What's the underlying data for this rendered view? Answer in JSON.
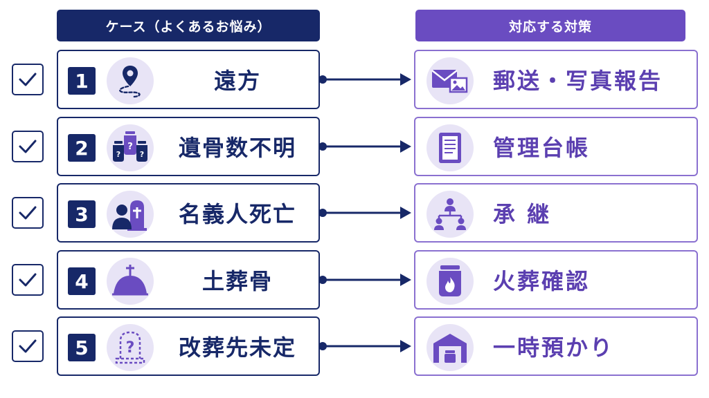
{
  "headers": {
    "cases": "ケース（よくあるお悩み）",
    "solutions": "対応する対策"
  },
  "rows": [
    {
      "number": "1",
      "case": "遠方",
      "case_icon": "map-pin-icon",
      "solution": "郵送・写真報告",
      "solution_icon": "mail-photo-icon"
    },
    {
      "number": "2",
      "case": "遺骨数不明",
      "case_icon": "urns-question-icon",
      "solution": "管理台帳",
      "solution_icon": "ledger-tablet-icon"
    },
    {
      "number": "3",
      "case": "名義人死亡",
      "case_icon": "person-grave-icon",
      "solution": "承 継",
      "solution_icon": "succession-tree-icon"
    },
    {
      "number": "4",
      "case": "土葬骨",
      "case_icon": "burial-mound-icon",
      "solution": "火葬確認",
      "solution_icon": "cremation-urn-icon"
    },
    {
      "number": "5",
      "case": "改葬先未定",
      "case_icon": "undecided-grave-icon",
      "solution": "一時預かり",
      "solution_icon": "storage-garage-icon"
    }
  ],
  "colors": {
    "navy": "#172868",
    "purple": "#6a4cc1",
    "lavender": "#e8e4f6"
  }
}
